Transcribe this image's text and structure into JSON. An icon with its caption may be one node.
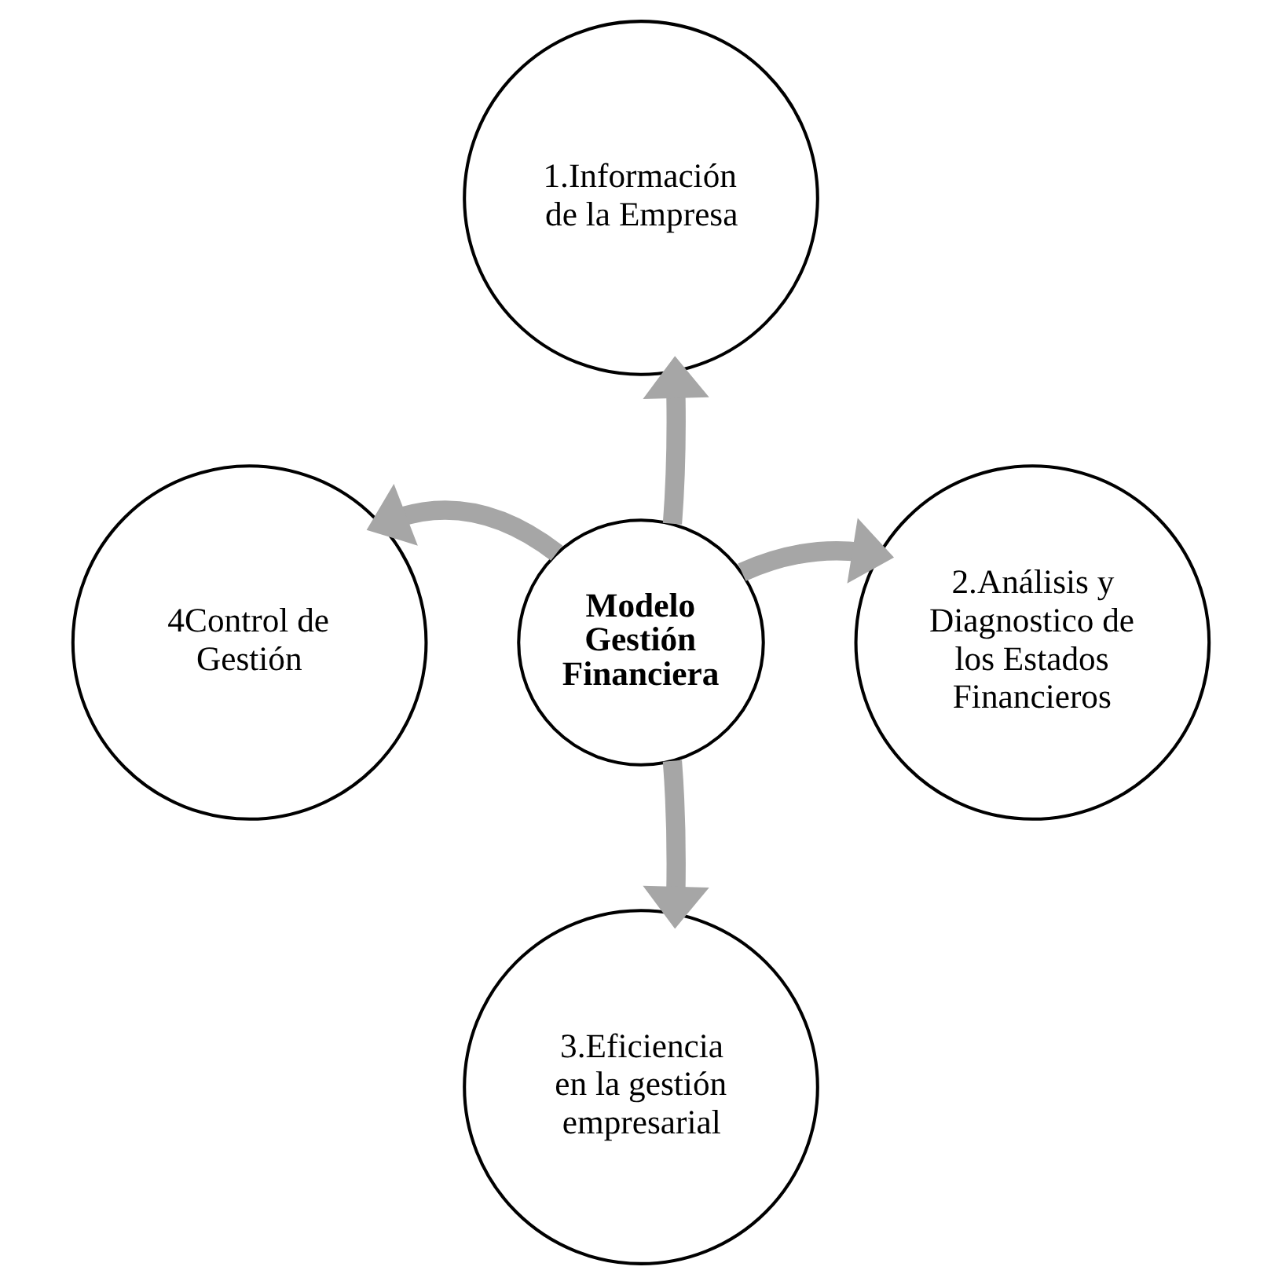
{
  "diagram": {
    "nodes": [
      {
        "text": [
          "Modelo Gestión Financiera"
        ]
      },
      {
        "text": [
          "1.Información de la Empresa"
        ]
      },
      {
        "text": [
          "2.Análisis y Diagnostico de los Estados Financieros"
        ]
      },
      {
        "text": [
          "3.Eficiencia en la gestión empresarial"
        ]
      },
      {
        "text": [
          "4Control de Gestión"
        ]
      }
    ],
    "edges": [
      {
        "from": 0,
        "to": 1,
        "arrow": "to"
      },
      {
        "from": 0,
        "to": 2,
        "arrow": "to"
      },
      {
        "from": 0,
        "to": 3,
        "arrow": "to"
      },
      {
        "from": 0,
        "to": 4,
        "arrow": "to"
      }
    ]
  }
}
